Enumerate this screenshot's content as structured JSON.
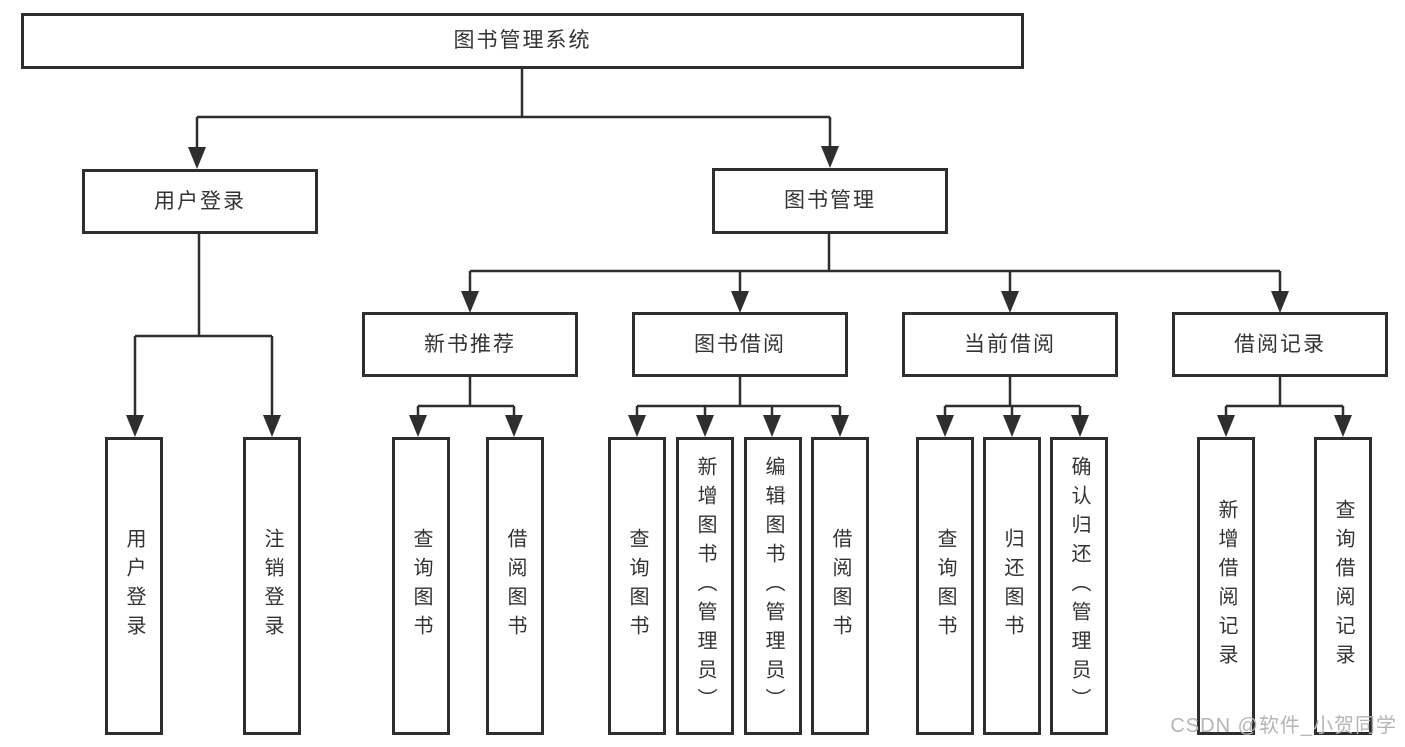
{
  "diagram": {
    "root": {
      "label": "图书管理系统"
    },
    "branches": {
      "user_login": {
        "label": "用户登录",
        "children": [
          {
            "label": "用户登录"
          },
          {
            "label": "注销登录"
          }
        ]
      },
      "book_management": {
        "label": "图书管理",
        "children": {
          "new_book_recommend": {
            "label": "新书推荐",
            "children": [
              {
                "label": "查询图书"
              },
              {
                "label": "借阅图书"
              }
            ]
          },
          "book_borrow": {
            "label": "图书借阅",
            "children": [
              {
                "label": "查询图书"
              },
              {
                "label": "新增图书（管理员）"
              },
              {
                "label": "编辑图书（管理员）"
              },
              {
                "label": "借阅图书"
              }
            ]
          },
          "current_borrow": {
            "label": "当前借阅",
            "children": [
              {
                "label": "查询图书"
              },
              {
                "label": "归还图书"
              },
              {
                "label": "确认归还（管理员）"
              }
            ]
          },
          "borrow_records": {
            "label": "借阅记录",
            "children": [
              {
                "label": "新增借阅记录"
              },
              {
                "label": "查询借阅记录"
              }
            ]
          }
        }
      }
    }
  },
  "watermark": {
    "text": "CSDN @软件_小贺同学"
  },
  "colors": {
    "line": "#2e2e2e",
    "text": "#333333",
    "background": "#ffffff",
    "watermark": "#b5b5b5"
  }
}
